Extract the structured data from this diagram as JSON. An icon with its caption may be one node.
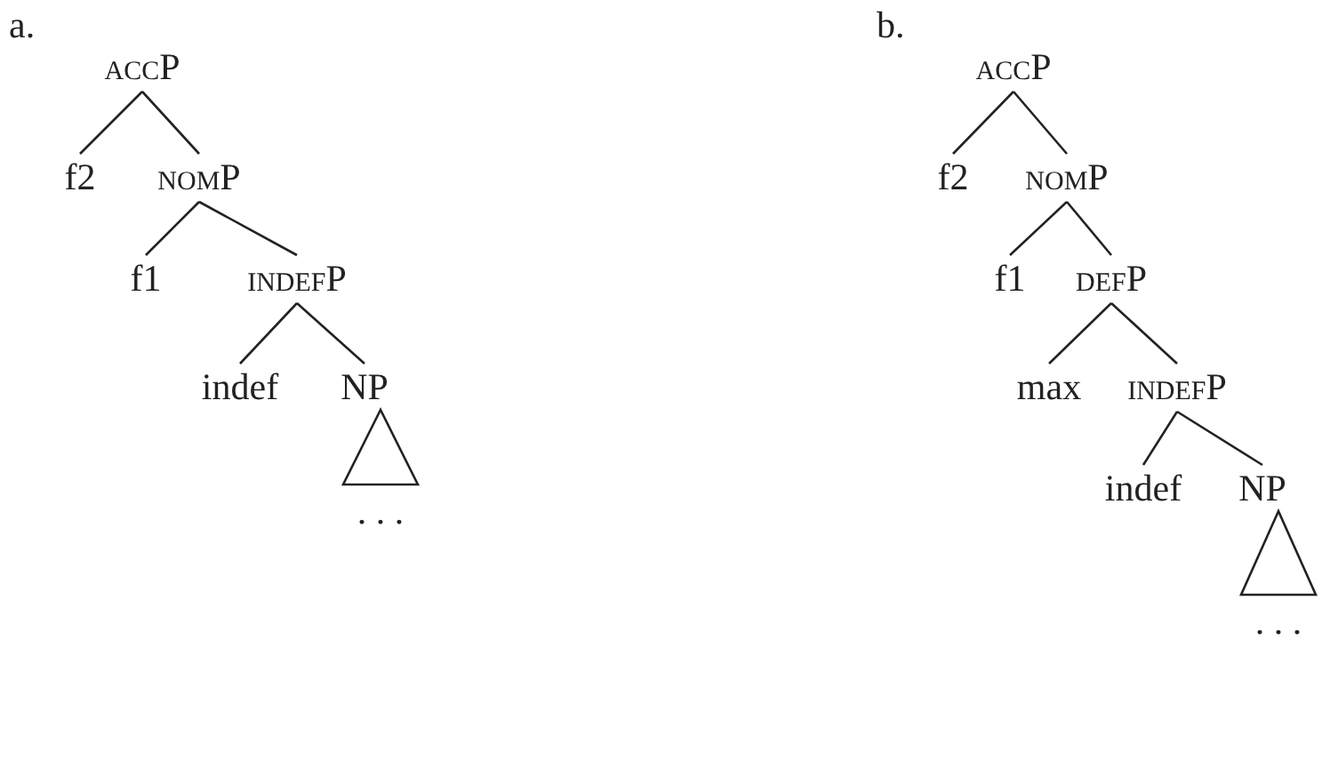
{
  "diagram": {
    "nodes": [
      {
        "text": [
          "accP"
        ]
      },
      {
        "text": [
          "f2"
        ]
      },
      {
        "text": [
          "nomP"
        ]
      },
      {
        "text": [
          "f1"
        ]
      },
      {
        "text": [
          "indefP"
        ]
      },
      {
        "text": [
          "indef"
        ]
      },
      {
        "text": [
          "NP"
        ]
      },
      {
        "text": [
          ". . ."
        ]
      },
      {
        "text": [
          "accP"
        ]
      },
      {
        "text": [
          "f2"
        ]
      },
      {
        "text": [
          "nomP"
        ]
      },
      {
        "text": [
          "f1"
        ]
      },
      {
        "text": [
          "defP"
        ]
      },
      {
        "text": [
          "max"
        ]
      },
      {
        "text": [
          "indefP"
        ]
      },
      {
        "text": [
          "indef"
        ]
      },
      {
        "text": [
          "NP"
        ]
      },
      {
        "text": [
          ". . ."
        ]
      }
    ],
    "edges": [
      {
        "from": 0,
        "to": 1,
        "arrow": "none"
      },
      {
        "from": 0,
        "to": 2,
        "arrow": "none"
      },
      {
        "from": 2,
        "to": 3,
        "arrow": "none"
      },
      {
        "from": 2,
        "to": 4,
        "arrow": "none"
      },
      {
        "from": 4,
        "to": 5,
        "arrow": "none"
      },
      {
        "from": 4,
        "to": 6,
        "arrow": "none"
      },
      {
        "from": 6,
        "to": 7,
        "arrow": "none"
      },
      {
        "from": 8,
        "to": 9,
        "arrow": "none"
      },
      {
        "from": 8,
        "to": 10,
        "arrow": "none"
      },
      {
        "from": 10,
        "to": 11,
        "arrow": "none"
      },
      {
        "from": 10,
        "to": 12,
        "arrow": "none"
      },
      {
        "from": 12,
        "to": 13,
        "arrow": "none"
      },
      {
        "from": 12,
        "to": 14,
        "arrow": "none"
      },
      {
        "from": 14,
        "to": 15,
        "arrow": "none"
      },
      {
        "from": 14,
        "to": 16,
        "arrow": "none"
      },
      {
        "from": 16,
        "to": 17,
        "arrow": "none"
      }
    ],
    "labels": [
      "a.",
      "b."
    ]
  }
}
